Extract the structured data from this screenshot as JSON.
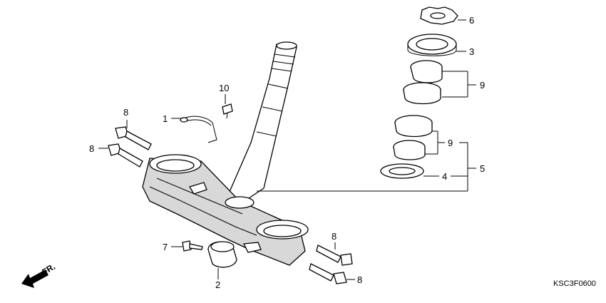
{
  "callouts": {
    "c1": "1",
    "c2": "2",
    "c3": "3",
    "c4": "4",
    "c5": "5",
    "c6": "6",
    "c7": "7",
    "c8a": "8",
    "c8b": "8",
    "c8c": "8",
    "c8d": "8",
    "c9a": "9",
    "c9b": "9",
    "c10": "10"
  },
  "front_label": "FR.",
  "diagram_code": "KSC3F0600",
  "icons": {
    "front_arrow": "arrow-down-left-icon"
  }
}
